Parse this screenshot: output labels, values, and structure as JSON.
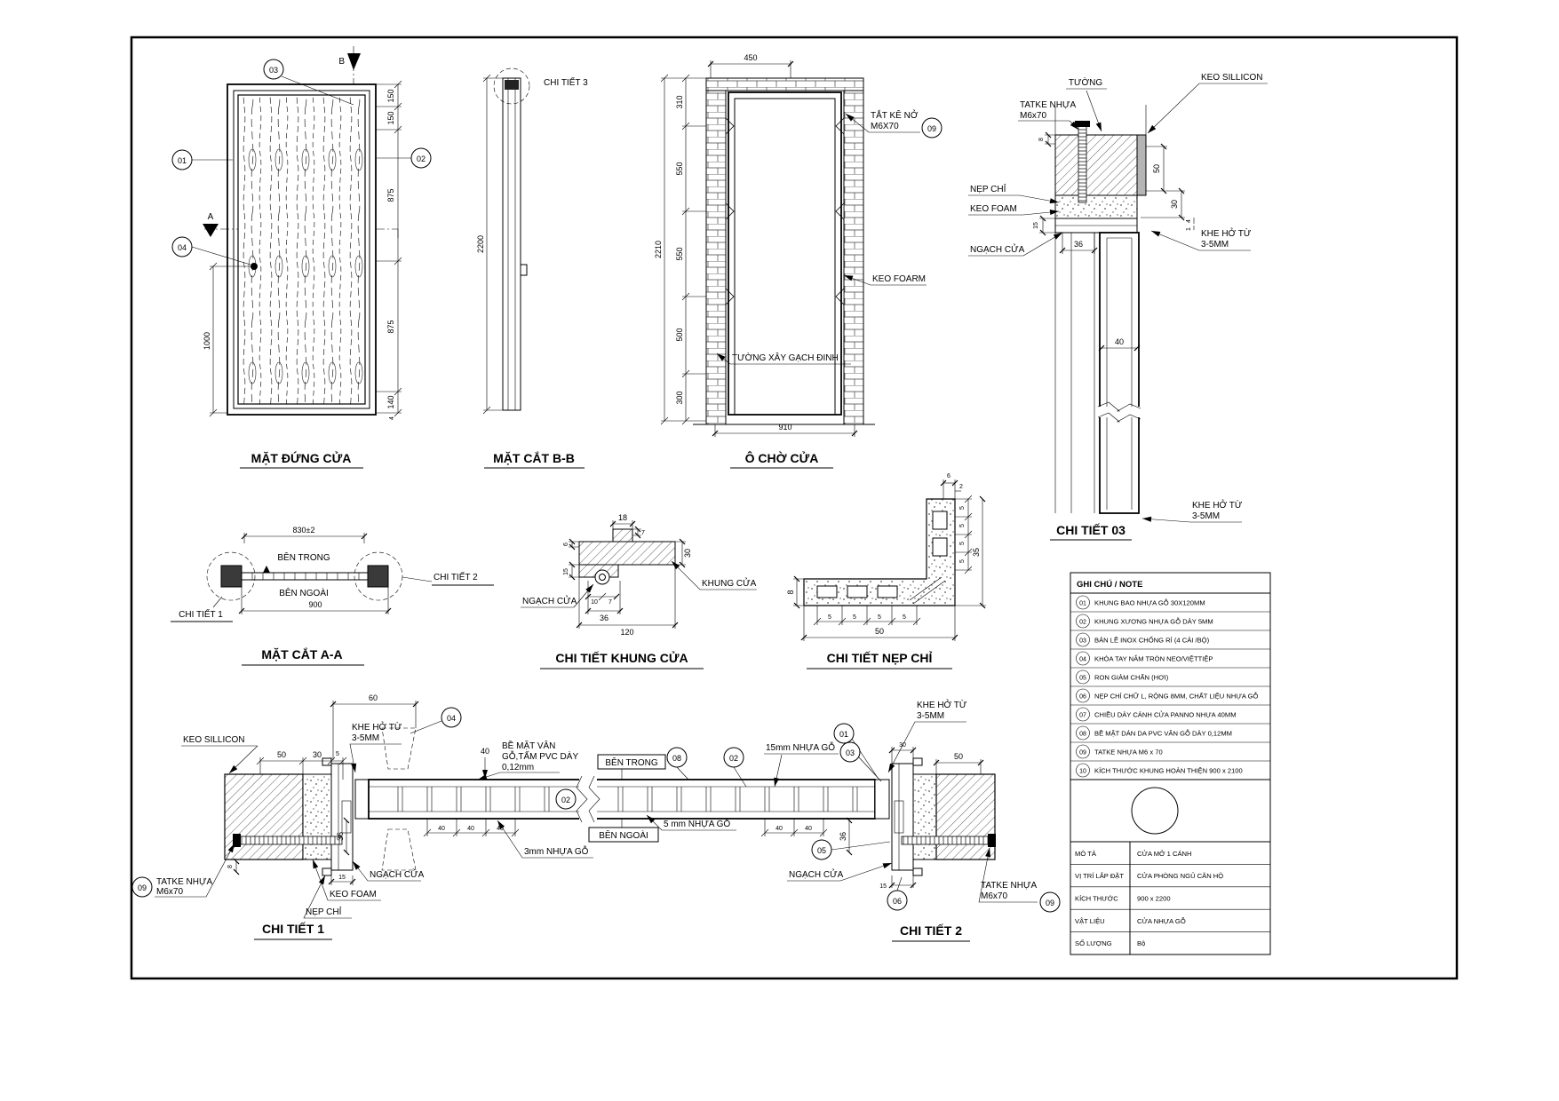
{
  "elevation": {
    "title": "MẶT ĐỨNG CỬA",
    "callout_01": "01",
    "callout_02": "02",
    "callout_03": "03",
    "callout_04": "04",
    "marker_a": "A",
    "marker_b": "B",
    "dim_150a": "150",
    "dim_150b": "150",
    "dim_875a": "875",
    "dim_875b": "875",
    "dim_140": "140",
    "dim_4": "4",
    "dim_1000": "1000"
  },
  "section_bb": {
    "title": "MẶT CẮT B-B",
    "detail_label": "CHI TIẾT 3",
    "dim_2200": "2200"
  },
  "opening": {
    "title": "Ô CHỜ CỬA",
    "dim_450": "450",
    "dim_310": "310",
    "dim_550a": "550",
    "dim_550b": "550",
    "dim_500": "500",
    "dim_300": "300",
    "dim_2210": "2210",
    "dim_910": "910",
    "anchor_line1": "TẮT KÊ NỞ",
    "anchor_line2": "M6X70",
    "callout_09": "09",
    "foam": "KEO FOARM",
    "wall": "TƯỜNG XÂY GẠCH ĐINH"
  },
  "detail03": {
    "title": "CHI TIẾT 03",
    "wall": "TƯỜNG",
    "silicone": "KEO SILLICON",
    "anchor_line1": "TATKE NHỰA",
    "anchor_line2": "M6x70",
    "trim": "NẸP CHỈ",
    "foam": "KEO FOAM",
    "sill": "NGẠCH CỬA",
    "gap_line1": "KHE HỞ TỪ",
    "gap_line2": "3-5MM",
    "gap2_line1": "KHE HỞ TỪ",
    "gap2_line2": "3-5MM",
    "dim_8": "8",
    "dim_50": "50",
    "dim_30": "30",
    "dim_4": "4",
    "dim_1": "1",
    "dim_15": "15",
    "dim_36": "36",
    "dim_40": "40"
  },
  "section_aa": {
    "title": "MẶT CẮT A-A",
    "dim_830": "830±2",
    "dim_900": "900",
    "inside": "BÊN TRONG",
    "outside": "BÊN NGOÀI",
    "detail1": "CHI TIẾT 1",
    "detail2": "CHI TIẾT 2"
  },
  "frame_detail": {
    "title": "CHI TIẾT KHUNG CỬA",
    "dim_18": "18",
    "dim_7a": "7",
    "dim_6": "6",
    "dim_30": "30",
    "dim_15": "15",
    "dim_10": "10",
    "dim_7b": "7",
    "dim_36": "36",
    "dim_120": "120",
    "sill": "NGẠCH CỬA",
    "frame": "KHUNG CỬA"
  },
  "trim_detail": {
    "title": "CHI TIẾT NẸP CHỈ",
    "dim_6": "6",
    "dim_2": "2",
    "dim_5a": "5",
    "dim_5b": "5",
    "dim_5c": "5",
    "dim_5d": "5",
    "dim_35": "35",
    "dim_8": "8",
    "dim_5e": "5",
    "dim_5f": "5",
    "dim_5g": "5",
    "dim_5h": "5",
    "dim_50": "50"
  },
  "detail1": {
    "title": "CHI TIẾT 1",
    "silicone": "KEO SILLICON",
    "gap_line1": "KHE HỞ TỪ",
    "gap_line2": "3-5MM",
    "callout_04": "04",
    "callout_09": "09",
    "dim_60": "60",
    "dim_50": "50",
    "dim_30": "30",
    "dim_5": "5",
    "dim_36": "36",
    "dim_8": "8",
    "dim_15": "15",
    "anchor_line1": "TATKE NHỰA",
    "anchor_line2": "M6x70",
    "sill": "NGẠCH CỬA",
    "foam": "KEO FOAM",
    "trim": "NẸP CHỈ"
  },
  "panel": {
    "dim_40": "40",
    "surface_line1": "BỀ MẶT VÂN",
    "surface_line2": "GỖ,TẤM PVC DÀY",
    "surface_line3": "0,12mm",
    "inside": "BÊN TRONG",
    "outside": "BÊN NGOÀI",
    "callout_08": "08",
    "callout_02a": "02",
    "callout_02b": "02",
    "plastic15": "15mm NHỰA GỖ",
    "plastic5": "5 mm NHỰA GỖ",
    "plastic3": "3mm NHỰA GỖ",
    "dim_40a": "40",
    "dim_40b": "40",
    "dim_40c": "40",
    "dim_40d": "40",
    "dim_40e": "40"
  },
  "detail2": {
    "title": "CHI TIẾT 2",
    "gap_line1": "KHE HỞ TỪ",
    "gap_line2": "3-5MM",
    "callout_01": "01",
    "callout_03": "03",
    "callout_05": "05",
    "callout_06": "06",
    "callout_09": "09",
    "dim_30": "30",
    "dim_50": "50",
    "dim_36": "36",
    "dim_15": "15",
    "sill": "NGẠCH CỬA",
    "anchor_line1": "TATKE NHỰA",
    "anchor_line2": "M6x70"
  },
  "notes": {
    "header": "GHI CHÚ / NOTE",
    "items": [
      {
        "num": "01",
        "text": "KHUNG BAO NHỰA GỖ 30X120MM"
      },
      {
        "num": "02",
        "text": "KHUNG XƯƠNG NHỰA GỖ DÀY 5MM"
      },
      {
        "num": "03",
        "text": "BẢN LỀ INOX CHỐNG RỈ (4 CÁI /BỘ)"
      },
      {
        "num": "04",
        "text": "KHÓA TAY NẮM TRÒN NEO/VIỆTTIỆP"
      },
      {
        "num": "05",
        "text": "RON GIẢM CHẤN (HƠI)"
      },
      {
        "num": "06",
        "text": "NẸP CHỈ CHỮ L, RỘNG 8MM, CHẤT LIỆU NHỰA GỖ"
      },
      {
        "num": "07",
        "text": "CHIỀU DÀY CÁNH CỬA PANNO NHỰA 40MM"
      },
      {
        "num": "08",
        "text": "BỀ MẶT DÁN DA PVC VÂN GỖ DÀY 0,12MM"
      },
      {
        "num": "09",
        "text": "TATKE NHỰA M6 x 70"
      },
      {
        "num": "10",
        "text": "KÍCH THƯỚC KHUNG HOÀN THIỆN 900 x 2100"
      }
    ],
    "info": [
      {
        "label": "MÔ TẢ",
        "value": "CỬA MỞ 1 CÁNH"
      },
      {
        "label": "VỊ TRÍ LẮP ĐẶT",
        "value": "CỬA PHÒNG NGỦ CĂN HỘ"
      },
      {
        "label": "KÍCH THƯỚC",
        "value": "900 x 2200"
      },
      {
        "label": "VẬT LIỆU",
        "value": "CỬA NHỰA GỖ"
      },
      {
        "label": "SỐ LƯỢNG",
        "value": "Bộ"
      }
    ]
  }
}
